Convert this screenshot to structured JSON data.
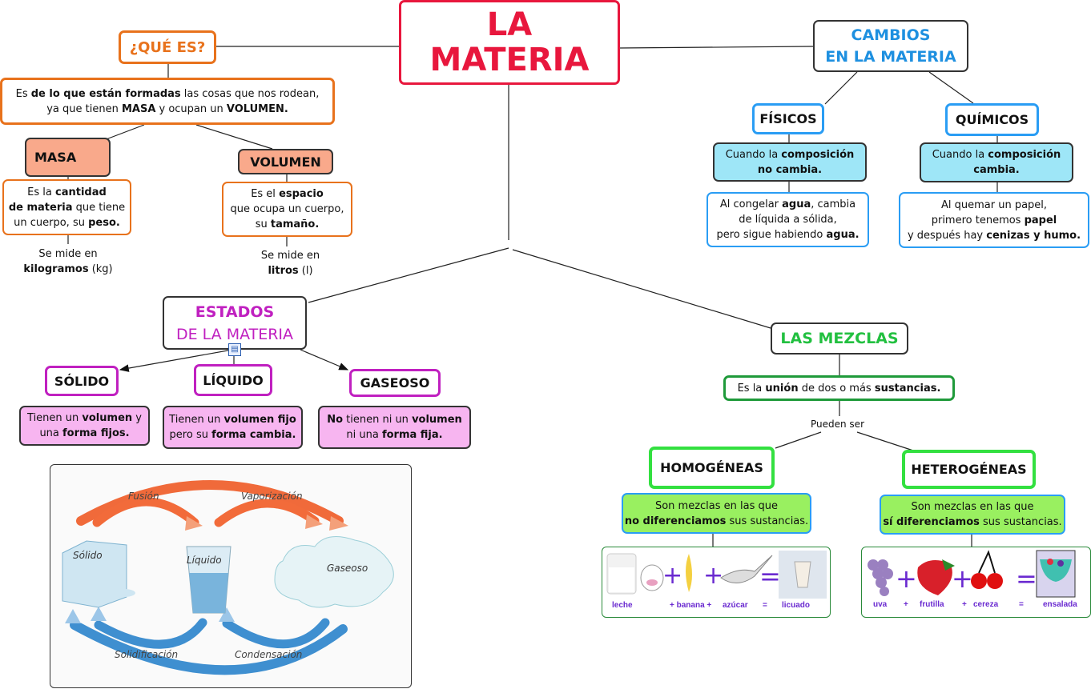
{
  "colors": {
    "title": "#e8173d",
    "orange": "#e8721c",
    "salmon": "#f9a98b",
    "blue": "#1e90e0",
    "cyan": "#9ee6f7",
    "magenta": "#c020c0",
    "pink": "#f7b5f0",
    "green": "#22c040",
    "lime": "#99f060"
  },
  "title": {
    "line1": "LA",
    "line2": "MATERIA"
  },
  "que_es": {
    "label": "¿QUÉ ES?",
    "definition": [
      [
        {
          "t": "Es "
        },
        {
          "t": "de lo que están formadas",
          "b": 1
        },
        {
          "t": " las cosas que nos rodean,"
        }
      ],
      [
        {
          "t": "ya que tienen "
        },
        {
          "t": "MASA",
          "b": 1
        },
        {
          "t": " y ocupan un "
        },
        {
          "t": "VOLUMEN.",
          "b": 1
        }
      ]
    ]
  },
  "masa": {
    "label": "MASA",
    "desc": [
      [
        {
          "t": "Es la "
        },
        {
          "t": "cantidad",
          "b": 1
        }
      ],
      [
        {
          "t": "de materia",
          "b": 1
        },
        {
          "t": " que tiene"
        }
      ],
      [
        {
          "t": "un cuerpo, su "
        },
        {
          "t": "peso.",
          "b": 1
        }
      ]
    ],
    "unit": [
      [
        {
          "t": "Se mide en"
        }
      ],
      [
        {
          "t": "kilogramos",
          "b": 1
        },
        {
          "t": " (kg)"
        }
      ]
    ]
  },
  "volumen": {
    "label": "VOLUMEN",
    "desc": [
      [
        {
          "t": "Es el "
        },
        {
          "t": "espacio",
          "b": 1
        }
      ],
      [
        {
          "t": "que ocupa un cuerpo,"
        }
      ],
      [
        {
          "t": "su "
        },
        {
          "t": "tamaño.",
          "b": 1
        }
      ]
    ],
    "unit": [
      [
        {
          "t": "Se mide en"
        }
      ],
      [
        {
          "t": "litros",
          "b": 1
        },
        {
          "t": " (l)"
        }
      ]
    ]
  },
  "cambios": {
    "label1": "CAMBIOS",
    "label2": "EN LA MATERIA",
    "fisicos": {
      "label": "FÍSICOS",
      "desc": [
        [
          {
            "t": "Cuando la "
          },
          {
            "t": "composición",
            "b": 1
          }
        ],
        [
          {
            "t": "no cambia.",
            "b": 1
          }
        ]
      ],
      "example": [
        [
          {
            "t": "Al congelar "
          },
          {
            "t": "agua",
            "b": 1
          },
          {
            "t": ", cambia"
          }
        ],
        [
          {
            "t": "de líquida a sólida,"
          }
        ],
        [
          {
            "t": "pero sigue habiendo "
          },
          {
            "t": "agua.",
            "b": 1
          }
        ]
      ]
    },
    "quimicos": {
      "label": "QUÍMICOS",
      "desc": [
        [
          {
            "t": "Cuando la "
          },
          {
            "t": "composición",
            "b": 1
          }
        ],
        [
          {
            "t": "cambia.",
            "b": 1
          }
        ]
      ],
      "example": [
        [
          {
            "t": "Al quemar un papel,"
          }
        ],
        [
          {
            "t": "primero tenemos "
          },
          {
            "t": "papel",
            "b": 1
          }
        ],
        [
          {
            "t": "y después hay "
          },
          {
            "t": "cenizas y humo.",
            "b": 1
          }
        ]
      ]
    }
  },
  "estados": {
    "label1": "ESTADOS",
    "label2": "DE LA MATERIA",
    "solido": {
      "label": "SÓLIDO",
      "desc": [
        [
          {
            "t": "Tienen un "
          },
          {
            "t": "volumen",
            "b": 1
          },
          {
            "t": " y"
          }
        ],
        [
          {
            "t": "una "
          },
          {
            "t": "forma fijos.",
            "b": 1
          }
        ]
      ]
    },
    "liquido": {
      "label": "LÍQUIDO",
      "desc": [
        [
          {
            "t": "Tienen un "
          },
          {
            "t": "volumen fijo",
            "b": 1
          }
        ],
        [
          {
            "t": "pero su "
          },
          {
            "t": "forma cambia.",
            "b": 1
          }
        ]
      ]
    },
    "gaseoso": {
      "label": "GASEOSO",
      "desc": [
        [
          {
            "t": "No",
            "b": 1
          },
          {
            "t": " tienen ni un "
          },
          {
            "t": "volumen",
            "b": 1
          }
        ],
        [
          {
            "t": "ni una "
          },
          {
            "t": "forma fija.",
            "b": 1
          }
        ]
      ]
    },
    "image": {
      "fusion": "Fusión",
      "vaporizacion": "Vaporización",
      "solidificacion": "Solidificación",
      "condensacion": "Condensación",
      "solido": "Sólido",
      "liquido": "Líquido",
      "gaseoso": "Gaseoso"
    }
  },
  "mezclas": {
    "label": "LAS MEZCLAS",
    "desc": [
      [
        {
          "t": "Es la "
        },
        {
          "t": "unión",
          "b": 1
        },
        {
          "t": " de dos o más "
        },
        {
          "t": "sustancias.",
          "b": 1
        }
      ]
    ],
    "pueden": "Pueden ser",
    "homogeneas": {
      "label": "HOMOGÉNEAS",
      "desc": [
        [
          {
            "t": "Son mezclas en las que"
          }
        ],
        [
          {
            "t": "no diferenciamos",
            "b": 1
          },
          {
            "t": " sus sustancias."
          }
        ]
      ],
      "example": [
        "leche",
        "+ banana +",
        "azúcar",
        "=",
        "licuado"
      ]
    },
    "heterogeneas": {
      "label": "HETEROGÉNEAS",
      "desc": [
        [
          {
            "t": "Son mezclas en las que"
          }
        ],
        [
          {
            "t": "sí diferenciamos",
            "b": 1
          },
          {
            "t": " sus sustancias."
          }
        ]
      ],
      "example": [
        "uva",
        "+",
        "frutilla",
        "+",
        "cereza",
        "=",
        "ensalada"
      ]
    }
  }
}
